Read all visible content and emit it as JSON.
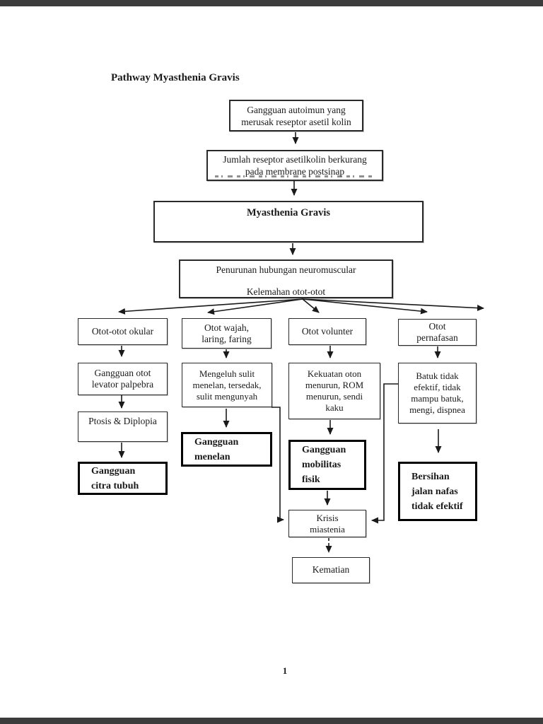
{
  "page": {
    "title": "Pathway Myasthenia Gravis",
    "page_number": "1"
  },
  "colors": {
    "ink": "#1a1a1a",
    "box_border": "#2a2a2a",
    "bold_box_border": "#000000",
    "page_edge": "#3c3c3c"
  },
  "nodes": {
    "autoimun": "Gangguan autoimun yang\nmerusak reseptor asetil kolin",
    "reseptor": "Jumlah reseptor asetilkolin berkurang\npada membrane postsinap",
    "myasthenia": "Myasthenia Gravis",
    "penurunan": "Penurunan hubungan neuromuscular\n\nKelemahan otot-otot",
    "okular": "Otot-otot okular",
    "wajah": "Otot wajah,\nlaring, faring",
    "volunter": "Otot volunter",
    "pernafasan": "Otot\npernafasan",
    "levator": "Gangguan otot\nlevator palpebra",
    "mengeluh": "Mengeluh sulit\nmenelan, tersedak,\nsulit mengunyah",
    "kekuatan": "Kekuatan oton\nmenurun, ROM\nmenurun, sendi\nkaku",
    "batuk": "Batuk tidak\nefektif, tidak\nmampu batuk,\nmengi, dispnea",
    "ptosis": "Ptosis & Diplopia",
    "citra": "Gangguan\ncitra tubuh",
    "menelan": "Gangguan\nmenelan",
    "mobilitas": "Gangguan\nmobilitas\nfisik",
    "bersihan": "Bersihan\njalan nafas\ntidak efektif",
    "krisis": "Krisis\nmiastenia",
    "kematian": "Kematian"
  }
}
